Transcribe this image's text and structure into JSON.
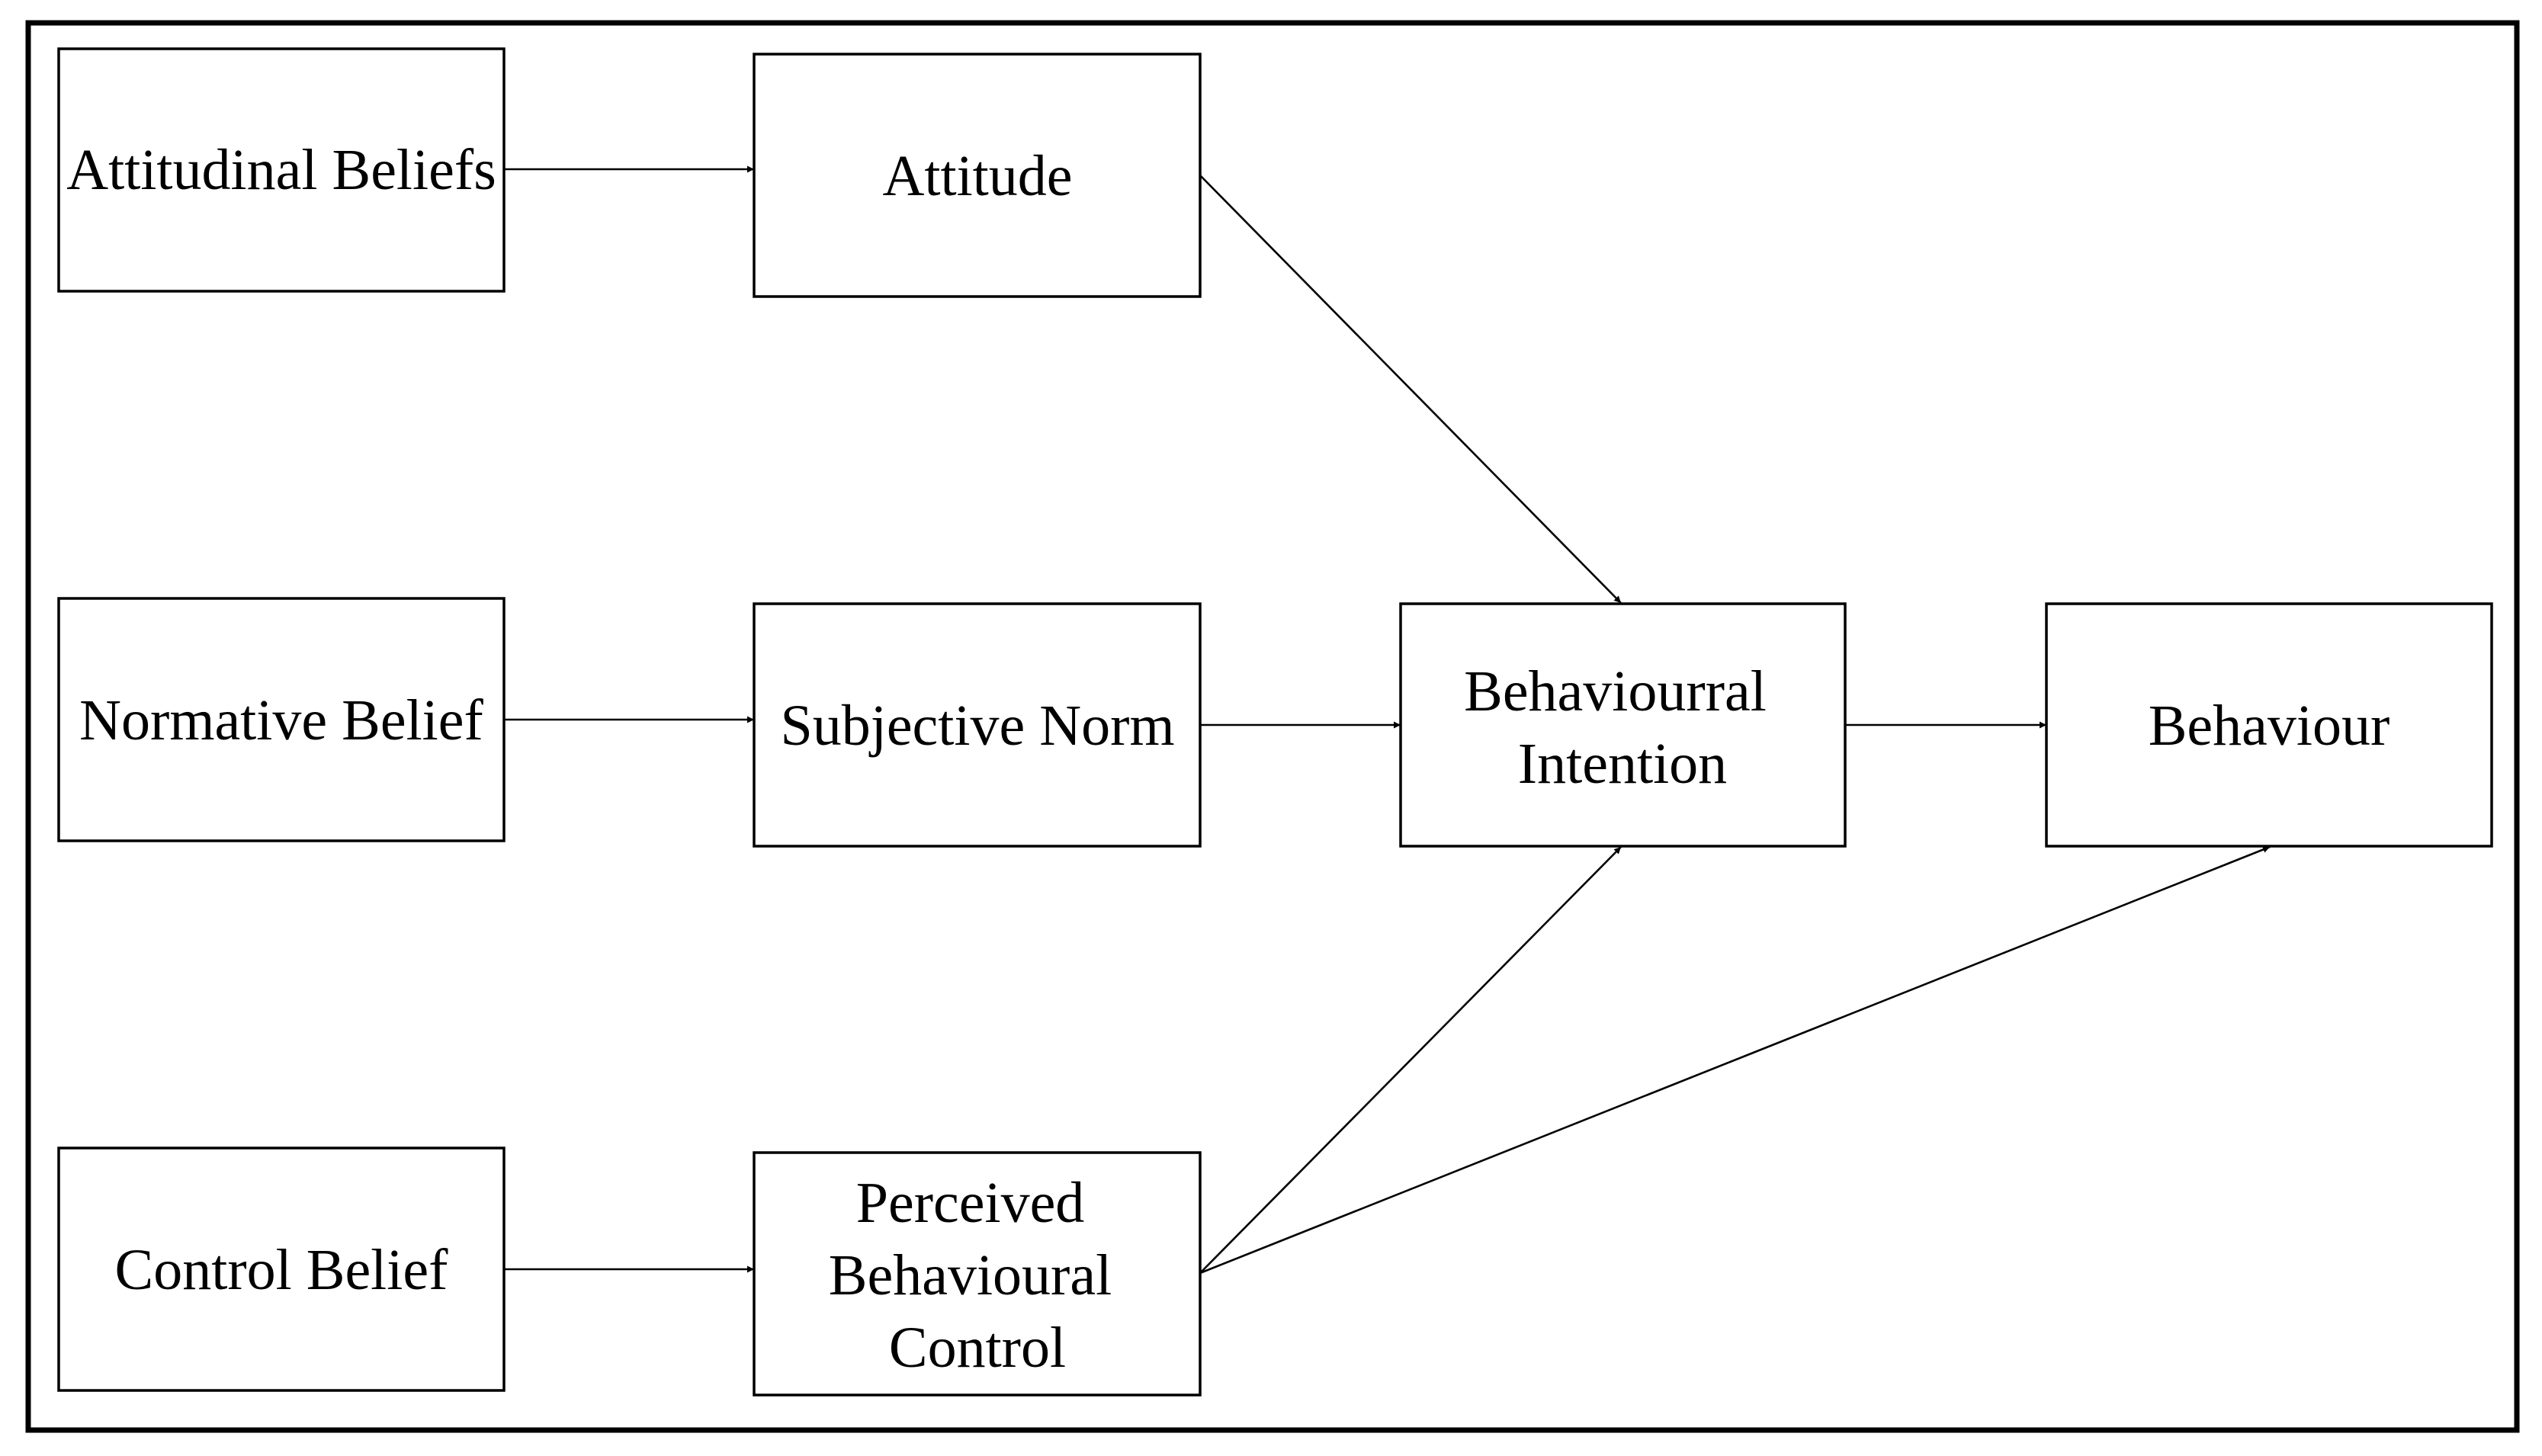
{
  "diagram": {
    "nodes": {
      "attitudinal_beliefs": {
        "lines": [
          "Attitudinal Beliefs"
        ]
      },
      "attitude": {
        "lines": [
          "Attitude"
        ]
      },
      "normative_belief": {
        "lines": [
          "Normative Belief"
        ]
      },
      "subjective_norm": {
        "lines": [
          "Subjective Norm"
        ]
      },
      "behavioural_intention": {
        "lines": [
          "Behaviourral",
          "Intention"
        ]
      },
      "behaviour": {
        "lines": [
          "Behaviour"
        ]
      },
      "control_belief": {
        "lines": [
          "Control Belief"
        ]
      },
      "perceived_behavioural_control": {
        "lines": [
          "Perceived",
          "Behavioural",
          "Control"
        ]
      }
    },
    "edges": [
      {
        "from": "attitudinal_beliefs",
        "to": "attitude"
      },
      {
        "from": "normative_belief",
        "to": "subjective_norm"
      },
      {
        "from": "control_belief",
        "to": "perceived_behavioural_control"
      },
      {
        "from": "attitude",
        "to": "behavioural_intention"
      },
      {
        "from": "subjective_norm",
        "to": "behavioural_intention"
      },
      {
        "from": "perceived_behavioural_control",
        "to": "behavioural_intention"
      },
      {
        "from": "behavioural_intention",
        "to": "behaviour"
      },
      {
        "from": "perceived_behavioural_control",
        "to": "behaviour"
      }
    ],
    "colors": {
      "stroke": "#000000",
      "background": "#ffffff"
    }
  }
}
